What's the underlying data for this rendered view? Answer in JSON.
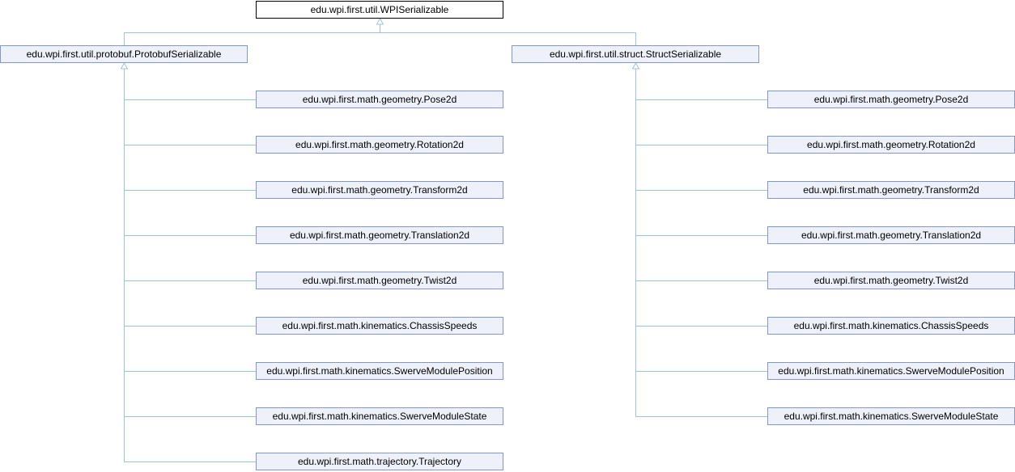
{
  "colors": {
    "edge": "#a3c1dd",
    "box_border": "#8497c9",
    "box_fill": "#eef1fa",
    "root_border": "#000000"
  },
  "root": {
    "label": "edu.wpi.first.util.WPISerializable"
  },
  "branches": [
    {
      "label": "edu.wpi.first.util.protobuf.ProtobufSerializable",
      "children": [
        "edu.wpi.first.math.geometry.Pose2d",
        "edu.wpi.first.math.geometry.Rotation2d",
        "edu.wpi.first.math.geometry.Transform2d",
        "edu.wpi.first.math.geometry.Translation2d",
        "edu.wpi.first.math.geometry.Twist2d",
        "edu.wpi.first.math.kinematics.ChassisSpeeds",
        "edu.wpi.first.math.kinematics.SwerveModulePosition",
        "edu.wpi.first.math.kinematics.SwerveModuleState",
        "edu.wpi.first.math.trajectory.Trajectory"
      ]
    },
    {
      "label": "edu.wpi.first.util.struct.StructSerializable",
      "children": [
        "edu.wpi.first.math.geometry.Pose2d",
        "edu.wpi.first.math.geometry.Rotation2d",
        "edu.wpi.first.math.geometry.Transform2d",
        "edu.wpi.first.math.geometry.Translation2d",
        "edu.wpi.first.math.geometry.Twist2d",
        "edu.wpi.first.math.kinematics.ChassisSpeeds",
        "edu.wpi.first.math.kinematics.SwerveModulePosition",
        "edu.wpi.first.math.kinematics.SwerveModuleState"
      ]
    }
  ]
}
